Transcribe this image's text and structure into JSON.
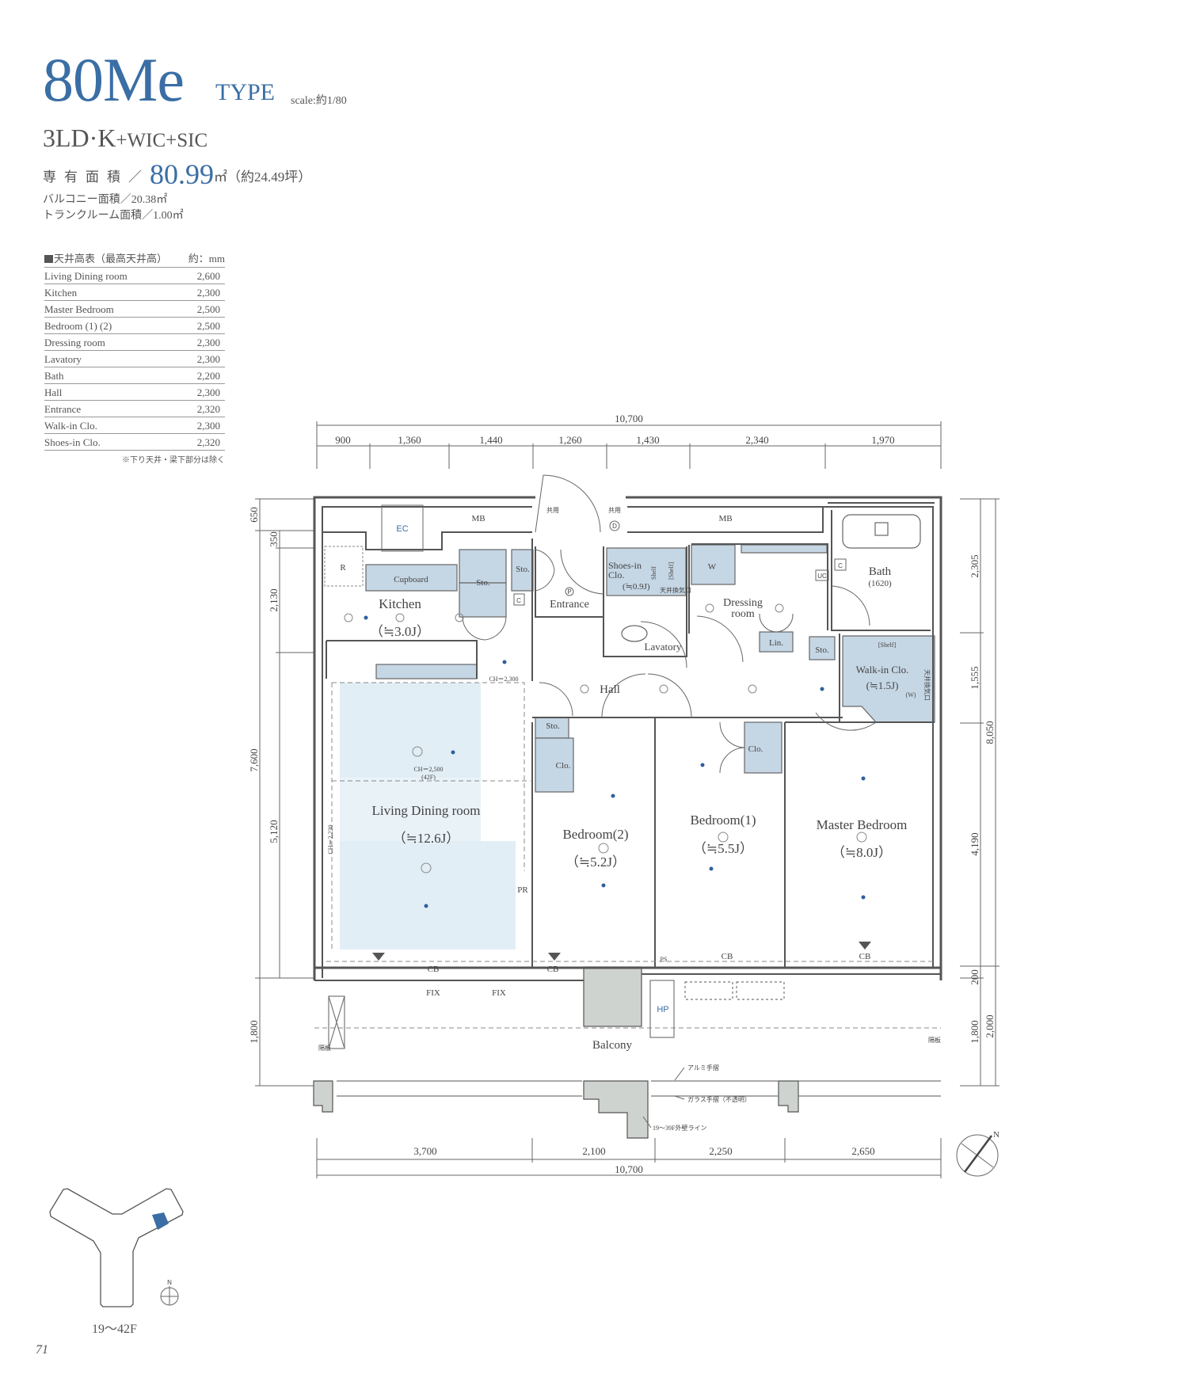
{
  "header": {
    "type_code": "80Me",
    "type_word": "TYPE",
    "scale": "scale:約1/80",
    "layout_main": "3LD·K",
    "layout_suffix": "+WIC+SIC",
    "exclusive_area_label": "専有面積／",
    "exclusive_area_value": "80.99",
    "exclusive_area_unit": "㎡（約24.49坪）",
    "balcony_area": "バルコニー面積／20.38㎡",
    "trunk_room_area": "トランクルーム面積／1.00㎡"
  },
  "ceiling_table": {
    "title": "天井高表（最高天井高）",
    "unit": "約：mm",
    "rows": [
      {
        "room": "Living Dining room",
        "height": "2,600"
      },
      {
        "room": "Kitchen",
        "height": "2,300"
      },
      {
        "room": "Master Bedroom",
        "height": "2,500"
      },
      {
        "room": "Bedroom (1) (2)",
        "height": "2,500"
      },
      {
        "room": "Dressing room",
        "height": "2,300"
      },
      {
        "room": "Lavatory",
        "height": "2,300"
      },
      {
        "room": "Bath",
        "height": "2,200"
      },
      {
        "room": "Hall",
        "height": "2,300"
      },
      {
        "room": "Entrance",
        "height": "2,320"
      },
      {
        "room": "Walk-in Clo.",
        "height": "2,300"
      },
      {
        "room": "Shoes-in Clo.",
        "height": "2,320"
      }
    ],
    "note": "※下り天井・梁下部分は除く"
  },
  "dimensions": {
    "top_total": "10,700",
    "top": [
      "900",
      "1,360",
      "1,440",
      "1,260",
      "1,430",
      "2,340",
      "1,970"
    ],
    "bottom": [
      "3,700",
      "2,100",
      "2,250",
      "2,650"
    ],
    "bottom_total": "10,700",
    "left": {
      "a": "650",
      "b": "350",
      "c": "2,130",
      "d": "7,600",
      "e": "5,120",
      "f": "1,800"
    },
    "right": {
      "a": "2,305",
      "b": "1,555",
      "c": "4,190",
      "d": "8,050",
      "e": "200",
      "f": "1,800",
      "g": "2,000"
    }
  },
  "rooms": {
    "kitchen": {
      "name": "Kitchen",
      "size": "（≒3.0J）"
    },
    "entrance": {
      "name": "Entrance"
    },
    "shoes": {
      "name1": "Shoes-in",
      "name2": "Clo.",
      "size": "(≒0.9J)"
    },
    "lavatory": {
      "name": "Lavatory"
    },
    "dressing": {
      "name1": "Dressing",
      "name2": "room"
    },
    "bath": {
      "name": "Bath",
      "size": "(1620)"
    },
    "walkin": {
      "name": "Walk-in Clo.",
      "size": "(≒1.5J)"
    },
    "hall": {
      "name": "Hall"
    },
    "ldk": {
      "name": "Living Dining room",
      "size": "（≒12.6J）"
    },
    "bedroom2": {
      "name": "Bedroom(2)",
      "size": "（≒5.2J）"
    },
    "bedroom1": {
      "name": "Bedroom(1)",
      "size": "（≒5.5J）"
    },
    "master": {
      "name": "Master Bedroom",
      "size": "（≒8.0J）"
    },
    "balcony": {
      "name": "Balcony"
    }
  },
  "labels": {
    "mb": "MB",
    "ec": "EC",
    "r": "R",
    "cupboard": "Cupboard",
    "sto": "Sto.",
    "clo": "Clo.",
    "c": "C",
    "p": "P",
    "d": "D",
    "shared": "共用",
    "uc": "UC",
    "w": "W",
    "lin": "Lin.",
    "shelf": "Shelf",
    "shelf_bracket": "[Shelf]",
    "w_paren": "(W)",
    "ceiling_vent": "天井換気口",
    "cb": "CB",
    "fix": "FIX",
    "pr": "PR",
    "ps": "PS",
    "hp": "HP",
    "partition": "隔板",
    "ch_kitchen": "CH＝2,300",
    "ch_ldk": "CH＝2,500",
    "ch_ldk_floor": "(42F)",
    "ch_side": "CH＝2,230",
    "alu_rail": "アルミ手摺",
    "glass_rail": "ガラス手摺（不透明）",
    "wall_line": "19～39F外壁ライン",
    "north": "N"
  },
  "key_plan": {
    "floors": "19～42F",
    "north": "N"
  },
  "page_number": "71",
  "colors": {
    "accent": "#3a6ea5",
    "storage_fill": "#c5d6e4",
    "ldk_fill": "#e2eef5",
    "concrete": "#cfd3d0"
  }
}
